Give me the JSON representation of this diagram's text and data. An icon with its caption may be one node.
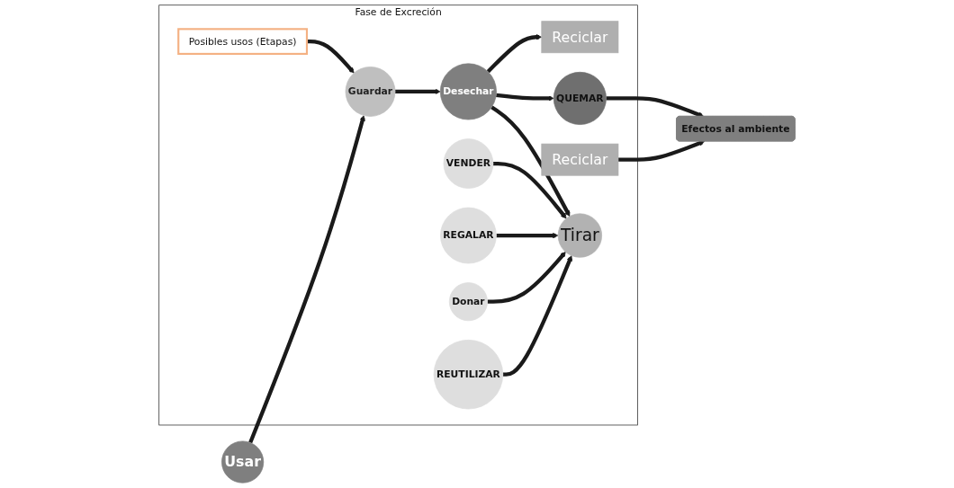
{
  "diagram": {
    "nodes": [
      {
        "text": [
          "Fase de Excreción"
        ]
      },
      {
        "text": [
          "Usar"
        ]
      },
      {
        "text": [
          "Guardar"
        ],
        "in": 0
      },
      {
        "text": [
          "Desechar"
        ],
        "in": 0
      },
      {
        "text": [
          "Posibles usos (Etapas)"
        ],
        "in": 0
      },
      {
        "text": [
          "Reciclar"
        ],
        "in": 0
      },
      {
        "text": [
          "REUTILIZAR"
        ],
        "in": 0
      },
      {
        "text": [
          "Donar"
        ],
        "in": 0
      },
      {
        "text": [
          "REGALAR"
        ],
        "in": 0
      },
      {
        "text": [
          "VENDER"
        ],
        "in": 0
      },
      {
        "text": [
          "Tirar"
        ],
        "in": 0
      },
      {
        "text": [
          "Reciclar"
        ],
        "in": 0
      },
      {
        "text": [
          "QUEMAR"
        ],
        "in": 0
      },
      {
        "text": [
          "Efectos al ambiente"
        ]
      }
    ],
    "edges": [
      {
        "from": 1,
        "to": 2,
        "arrow": "to"
      },
      {
        "from": 2,
        "to": 3,
        "arrow": "to"
      },
      {
        "from": 4,
        "to": 2,
        "arrow": "to"
      },
      {
        "from": 3,
        "to": 5,
        "arrow": "to"
      },
      {
        "from": 6,
        "to": 10,
        "arrow": "to"
      },
      {
        "from": 7,
        "to": 10,
        "arrow": "to"
      },
      {
        "from": 8,
        "to": 10,
        "arrow": "to"
      },
      {
        "from": 9,
        "to": 10,
        "arrow": "to"
      },
      {
        "from": 3,
        "to": 10,
        "arrow": "to"
      },
      {
        "from": 3,
        "to": 12,
        "arrow": "to"
      },
      {
        "from": 11,
        "to": 13,
        "arrow": "to"
      },
      {
        "from": 12,
        "to": 13,
        "arrow": "to"
      }
    ]
  }
}
